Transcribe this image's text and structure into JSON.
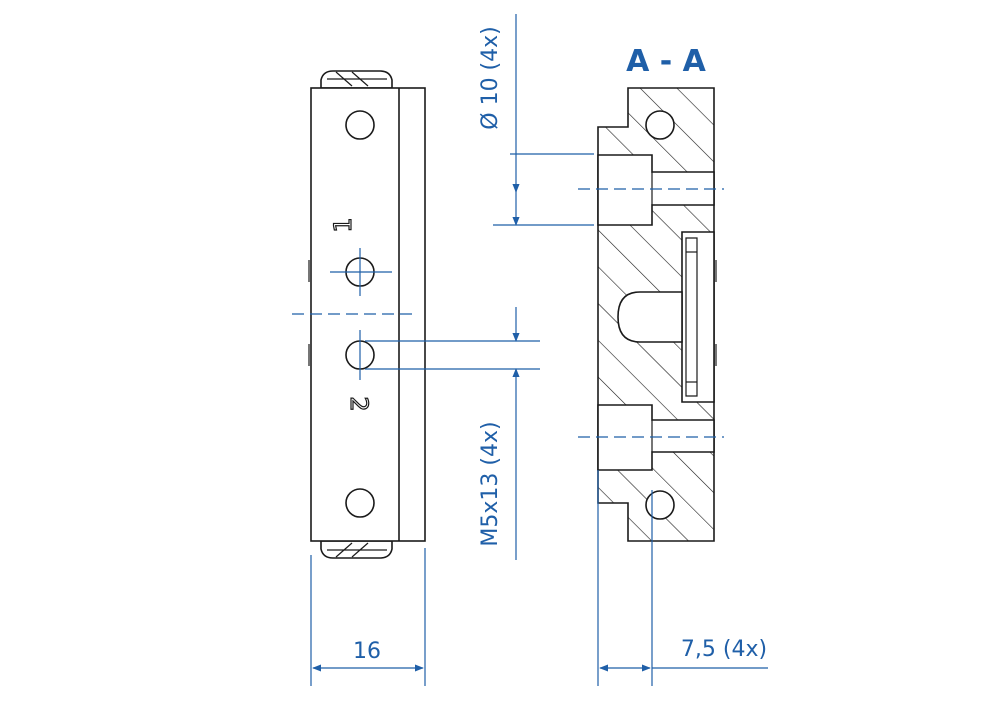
{
  "section": {
    "title": "A - A"
  },
  "dimensions": {
    "bore": "Ø 10 (4x)",
    "thread": "M5x13 (4x)",
    "width": "16",
    "offset": "7,5 (4x)"
  },
  "port_labels": {
    "port_1": "1",
    "port_2": "2"
  },
  "colors": {
    "dimension": "#1f5fa8",
    "outline": "#1a1a1a",
    "background": "#ffffff"
  }
}
